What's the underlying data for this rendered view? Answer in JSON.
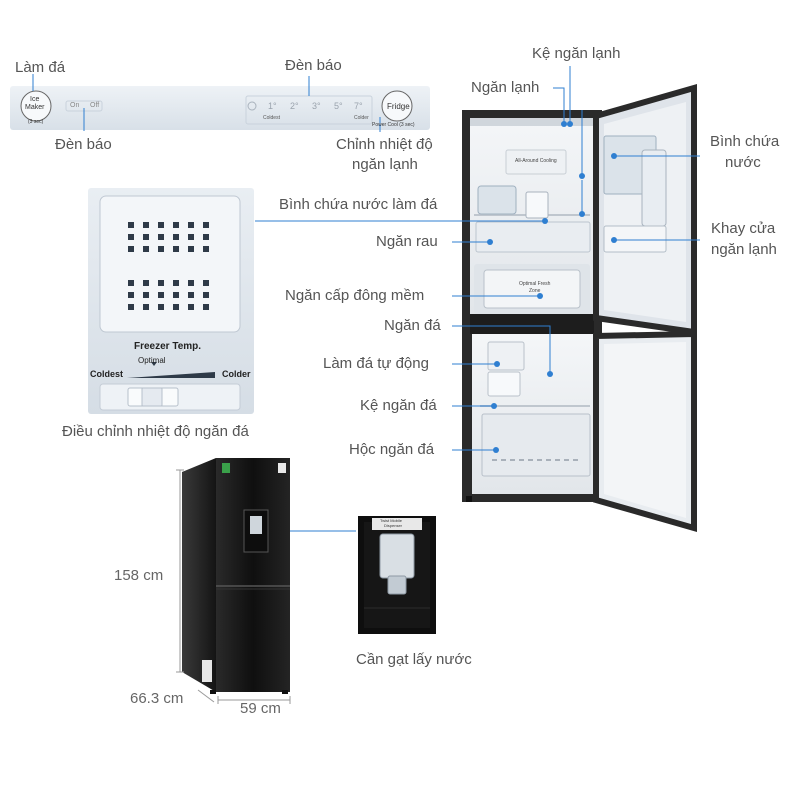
{
  "labels": {
    "lam_da": "Làm đá",
    "den_bao_top": "Đèn báo",
    "den_bao_left": "Đèn báo",
    "chinh_nhiet_do_1": "Chỉnh nhiệt độ",
    "chinh_nhiet_do_2": "ngăn lạnh",
    "ke_ngan_lanh": "Kệ ngăn lạnh",
    "ngan_lanh": "Ngăn lạnh",
    "binh_chua_nuoc_1": "Bình chứa",
    "binh_chua_nuoc_2": "nước",
    "binh_chua_nuoc_lam_da": "Bình chứa nước làm đá",
    "khay_cua_1": "Khay cửa",
    "khay_cua_2": "ngăn lạnh",
    "ngan_rau": "Ngăn rau",
    "ngan_cap_dong_mem": "Ngăn cấp đông mềm",
    "ngan_da": "Ngăn đá",
    "lam_da_tu_dong": "Làm đá tự động",
    "ke_ngan_da": "Kệ ngăn đá",
    "hoc_ngan_da": "Hộc ngăn đá",
    "dieu_chinh_nhiet_do_ngan_da": "Điều chỉnh nhiệt độ ngăn đá",
    "can_gat_lay_nuoc": "Cần gạt lấy nước"
  },
  "control_panel": {
    "ice_maker_1": "Ice",
    "ice_maker_2": "Maker",
    "ice_maker_hold": "(3 sec)",
    "on": "On",
    "off": "Off",
    "temps": [
      "1°",
      "2°",
      "3°",
      "5°",
      "7°"
    ],
    "coldest": "Coldest",
    "colder": "Colder",
    "fridge": "Fridge",
    "power_cool": "Power Cool (3 sec)"
  },
  "freezer_panel": {
    "title": "Freezer Temp.",
    "optimal": "Optimal",
    "coldest": "Coldest",
    "colder": "Colder"
  },
  "fridge_interior": {
    "all_around_cooling": "All-Around Cooling",
    "optimal_fresh_1": "Optimal Fresh",
    "optimal_fresh_2": "Zone"
  },
  "dispenser_closeup": {
    "caption_1": "Twist Mobile",
    "caption_2": "Dispenser"
  },
  "dimensions": {
    "height": "158 cm",
    "depth": "66.3 cm",
    "width": "59 cm"
  },
  "colors": {
    "accent_blue": "#2f7fd1",
    "fridge_black": "#1b1b1b",
    "panel_bg": "#dfe6ee"
  }
}
